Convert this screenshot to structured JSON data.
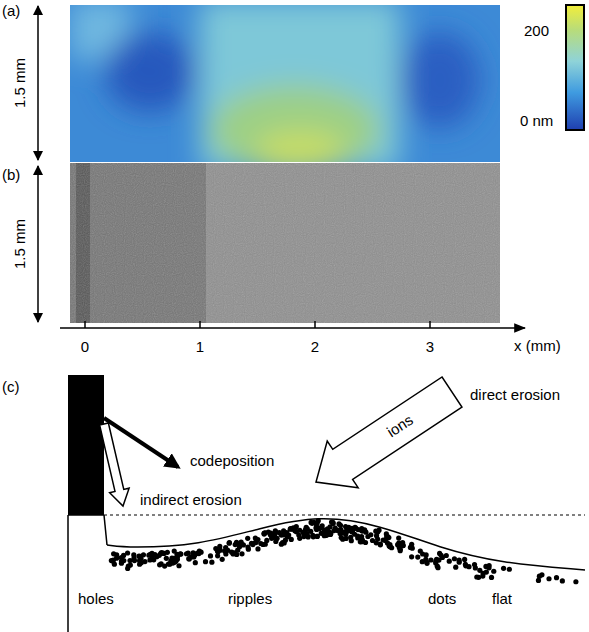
{
  "diagram": {
    "labels": [
      "(a)",
      "1.5 mm",
      "200",
      "0 nm",
      "(b)",
      "1.5 mm",
      "0",
      "1",
      "2",
      "3",
      "x (mm)",
      "(c)",
      "direct erosion",
      "ions",
      "codeposition",
      "indirect erosion",
      "holes",
      "ripples",
      "dots",
      "flat"
    ]
  }
}
